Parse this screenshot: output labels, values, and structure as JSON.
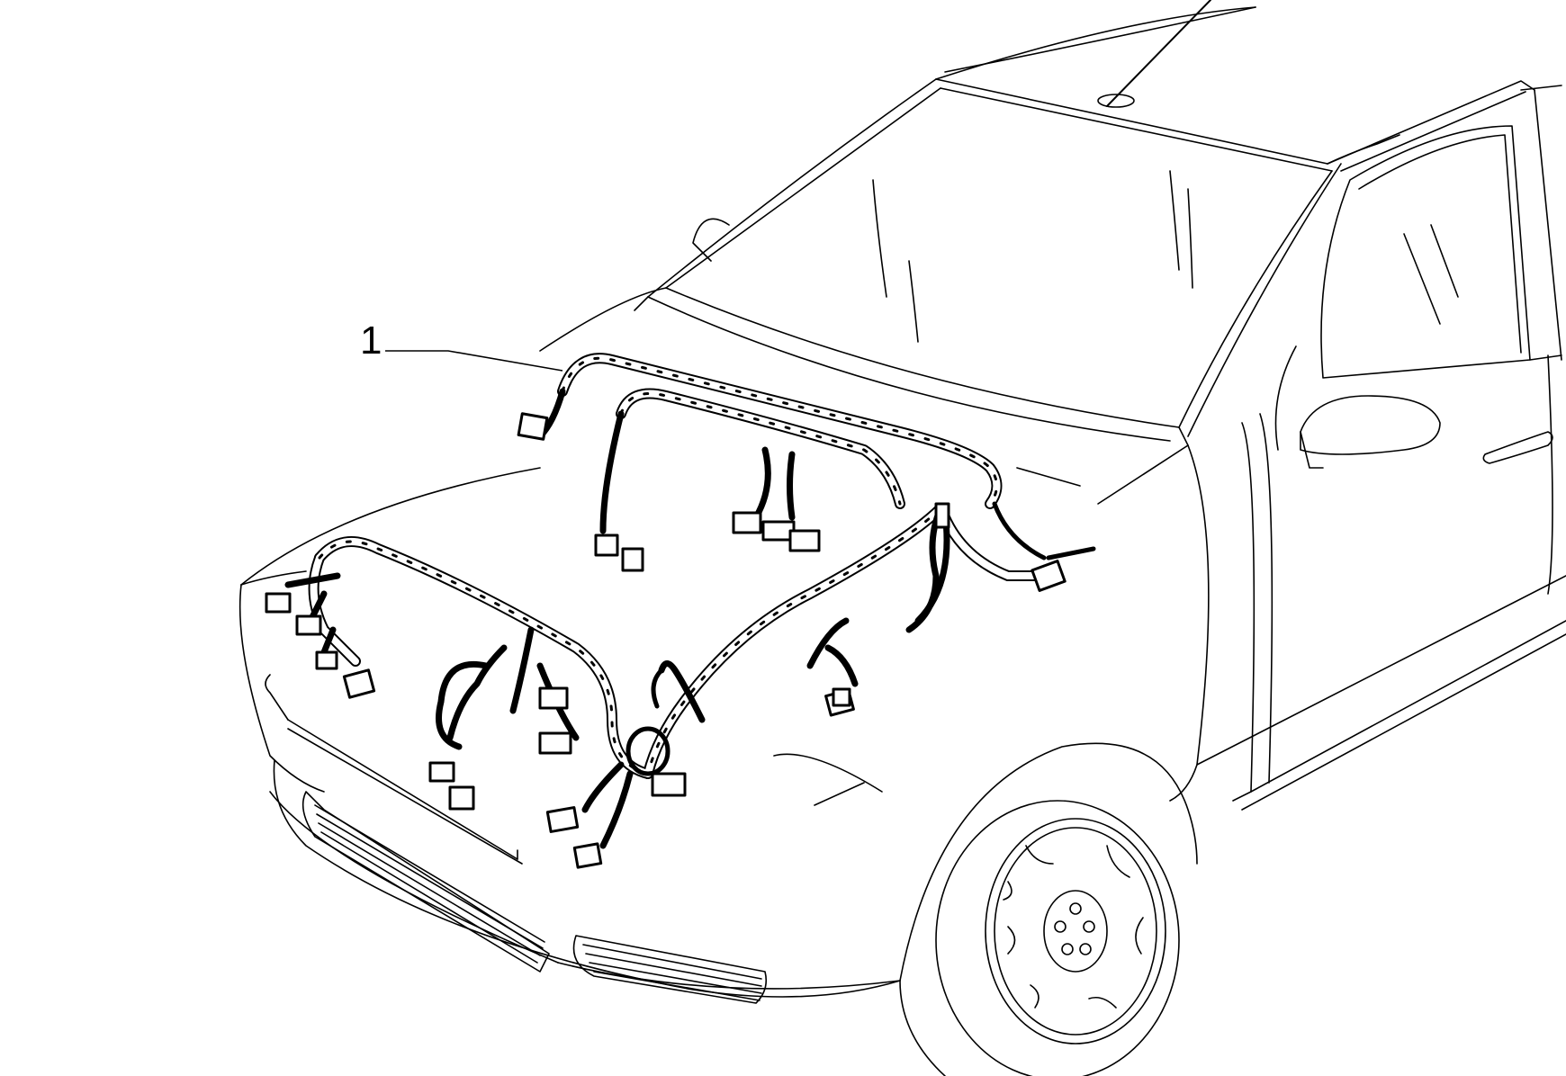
{
  "callouts": [
    {
      "number": "1"
    }
  ],
  "colors": {
    "line": "#000000",
    "background": "#ffffff"
  },
  "icons": [
    "wiring-harness",
    "car-outline",
    "wheel-hubcap",
    "antenna",
    "connector"
  ]
}
